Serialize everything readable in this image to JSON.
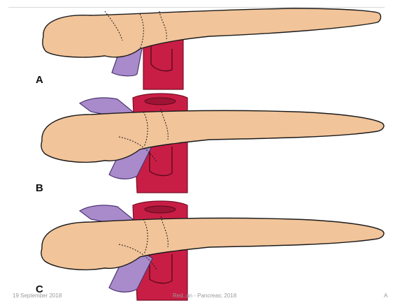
{
  "figure": {
    "panels": [
      {
        "label": "A"
      },
      {
        "label": "B"
      },
      {
        "label": "C"
      }
    ],
    "colors": {
      "pancreas": "#f2c49a",
      "outline": "#1a1a1a",
      "portal_vein": "#a98acb",
      "mesenteric_vessel": "#c81e45",
      "vessel_dark": "#9e1434"
    }
  },
  "footer": {
    "date": "19 September 2018",
    "title": "Red..an - Pancreas; 2018",
    "page": "A"
  }
}
